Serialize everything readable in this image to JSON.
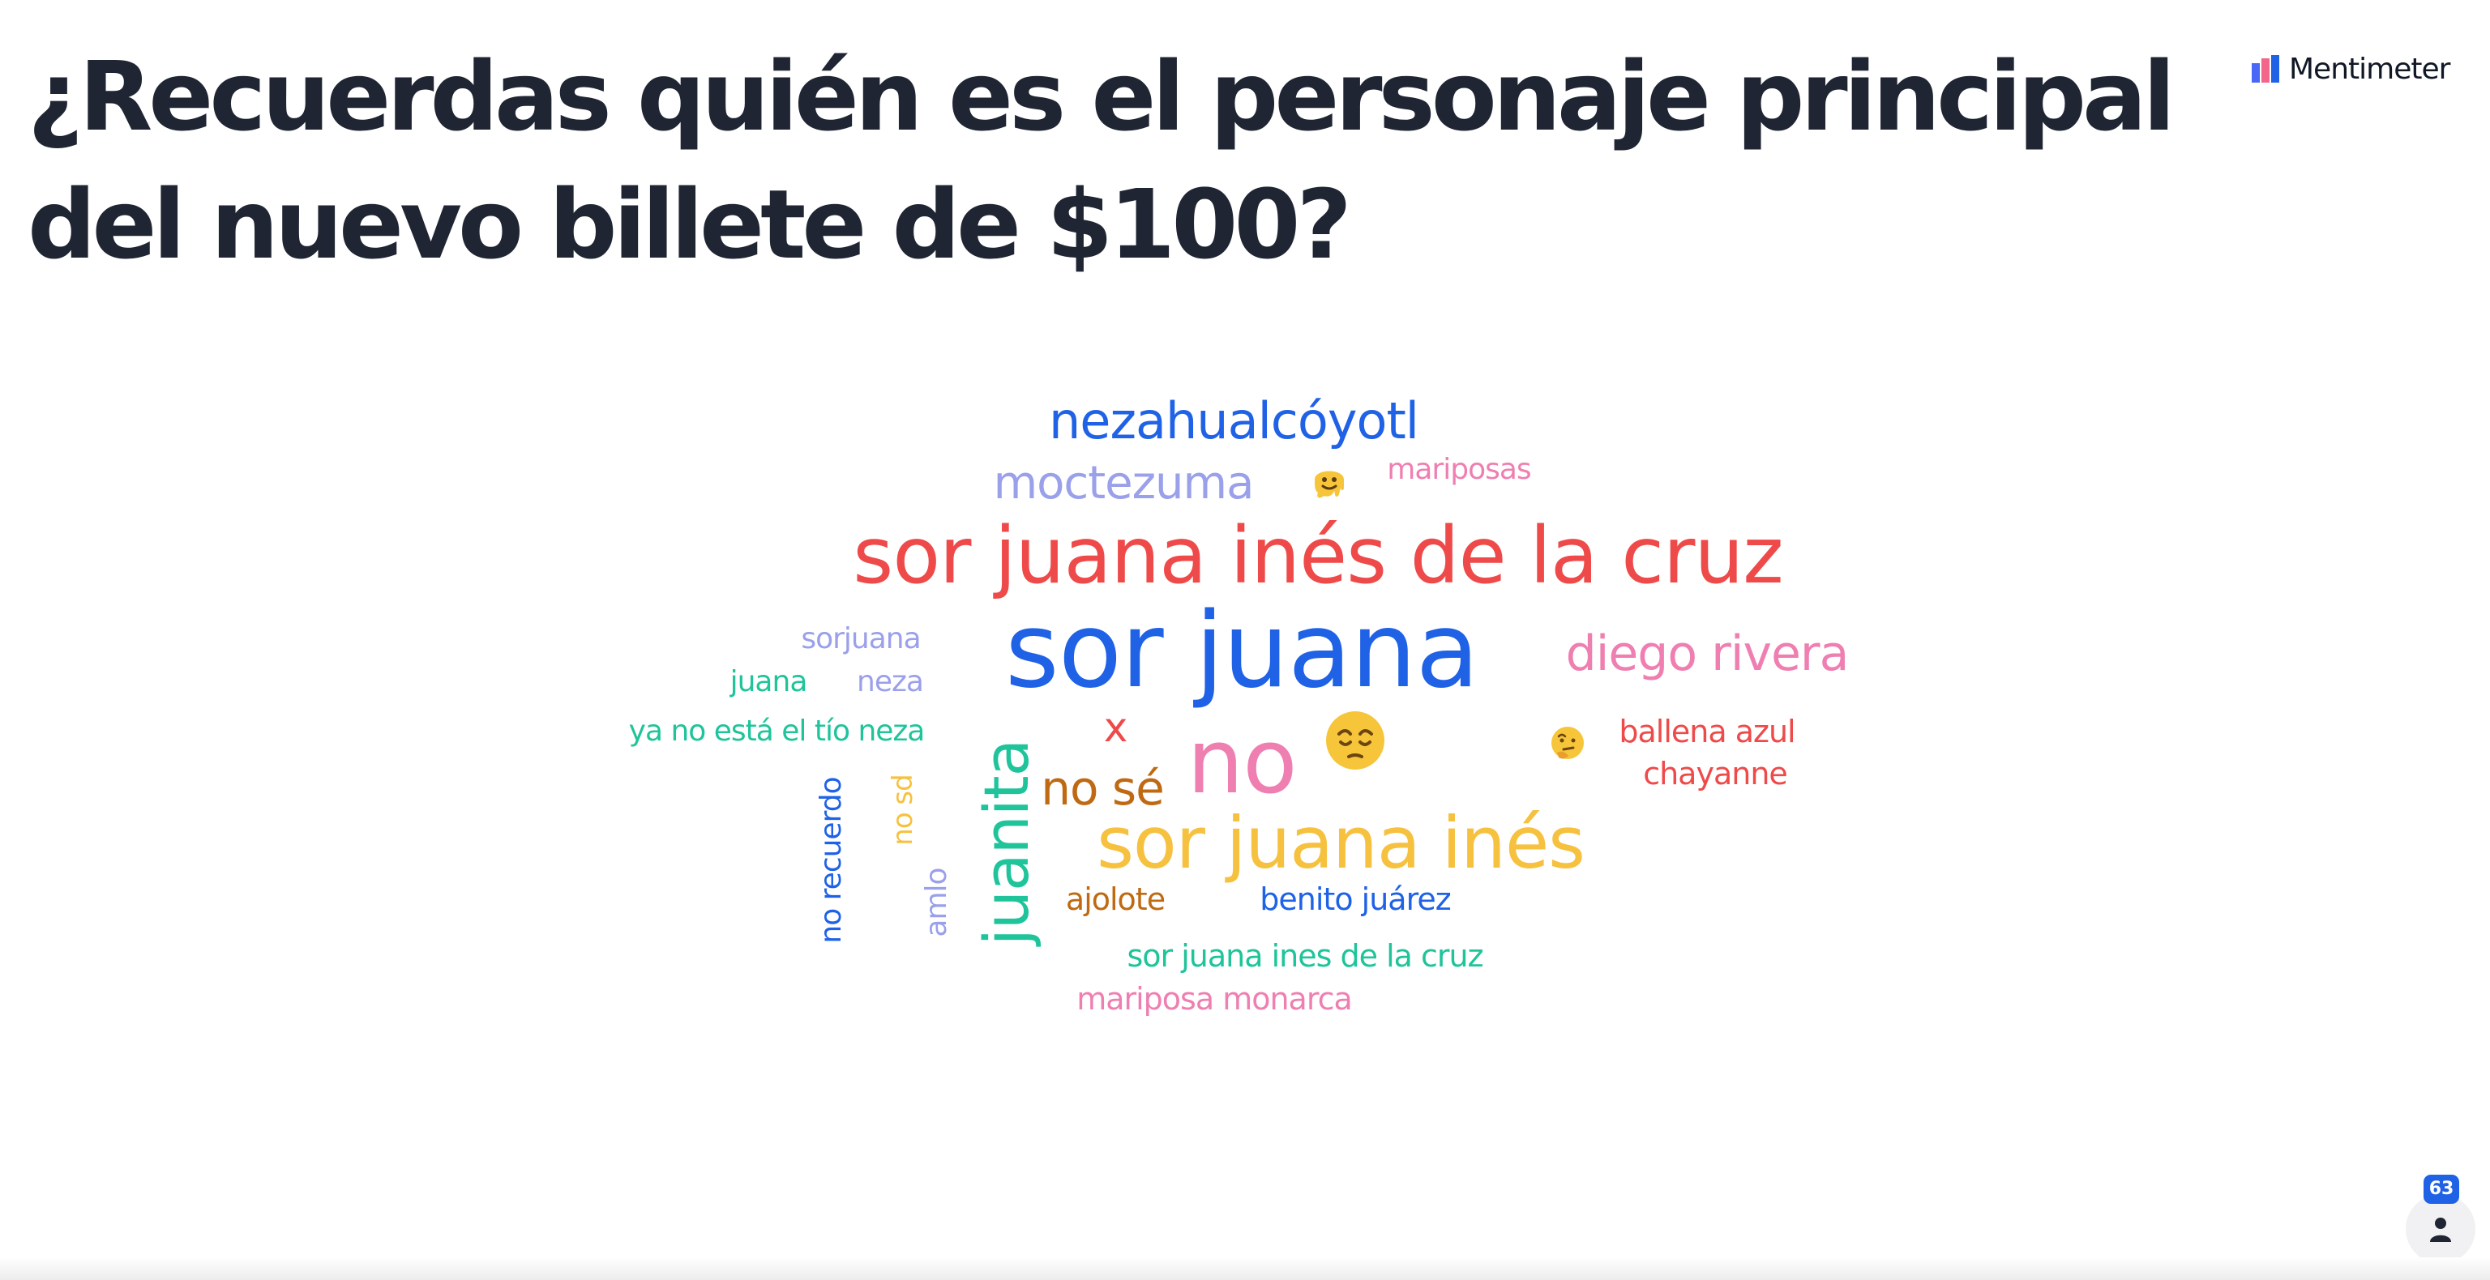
{
  "slide": {
    "question": "¿Recuerdas quién es el personaje principal del nuevo billete de $100?"
  },
  "brand": {
    "name": "Mentimeter"
  },
  "participants": {
    "count": "63",
    "icon": "person-icon"
  },
  "colors": {
    "title": "#1f2532",
    "blue": "#1f62e6",
    "red": "#ef4a4a",
    "pink": "#ef7fb1",
    "lavender": "#9aa0ea",
    "green": "#1fc49a",
    "yellow": "#f6c13f",
    "brown": "#bf6a12"
  },
  "word_cloud": {
    "words": [
      {
        "text": "nezahualcóyotl",
        "color": "#1f62e6"
      },
      {
        "text": "moctezuma",
        "color": "#9aa0ea"
      },
      {
        "text": "mariposas",
        "color": "#ef7fb1"
      },
      {
        "text": "sor juana inés de la cruz",
        "color": "#ef4a4a"
      },
      {
        "text": "sorjuana",
        "color": "#9aa0ea"
      },
      {
        "text": "sor juana",
        "color": "#1f62e6"
      },
      {
        "text": "diego rivera",
        "color": "#ef7fb1"
      },
      {
        "text": "juana",
        "color": "#1fc49a"
      },
      {
        "text": "neza",
        "color": "#9aa0ea"
      },
      {
        "text": "ya no está el tío neza",
        "color": "#1fc49a"
      },
      {
        "text": "x",
        "color": "#ef4a4a"
      },
      {
        "text": "no",
        "color": "#ef7fb1"
      },
      {
        "text": "ballena azul",
        "color": "#ef4a4a"
      },
      {
        "text": "chayanne",
        "color": "#ef4a4a"
      },
      {
        "text": "no sé",
        "color": "#bf6a12"
      },
      {
        "text": "sor juana inés",
        "color": "#f6c13f"
      },
      {
        "text": "no recuerdo",
        "color": "#1f62e6"
      },
      {
        "text": "no sd",
        "color": "#f6c13f"
      },
      {
        "text": "amlo",
        "color": "#9aa0ea"
      },
      {
        "text": "juanita",
        "color": "#1fc49a"
      },
      {
        "text": "ajolote",
        "color": "#bf6a12"
      },
      {
        "text": "benito juárez",
        "color": "#1f62e6"
      },
      {
        "text": "sor juana ines de la cruz",
        "color": "#1fc49a"
      },
      {
        "text": "mariposa monarca",
        "color": "#ef7fb1"
      }
    ],
    "emojis": [
      {
        "name": "melting-face-icon"
      },
      {
        "name": "pensive-face-icon"
      },
      {
        "name": "thinking-face-icon"
      }
    ]
  }
}
